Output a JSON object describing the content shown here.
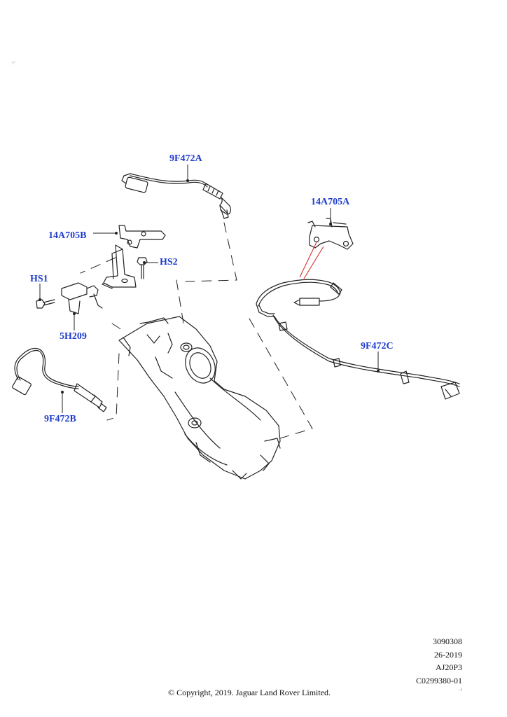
{
  "callouts": {
    "part_9f472a": "9F472A",
    "part_14a705a": "14A705A",
    "part_14a705b": "14A705B",
    "part_hs2": "HS2",
    "part_hs1": "HS1",
    "part_5h209": "5H209",
    "part_9f472c": "9F472C",
    "part_9f472b": "9F472B"
  },
  "footer": {
    "line1": "3090308",
    "line2": "26-2019",
    "line3": "AJ20P3",
    "line4": "C0299380-01",
    "copyright": "© Copyright, 2019. Jaguar Land Rover Limited."
  },
  "colors": {
    "callout_text": "#1f3ccf",
    "line_art": "#222222",
    "highlight_line": "#d62020"
  }
}
